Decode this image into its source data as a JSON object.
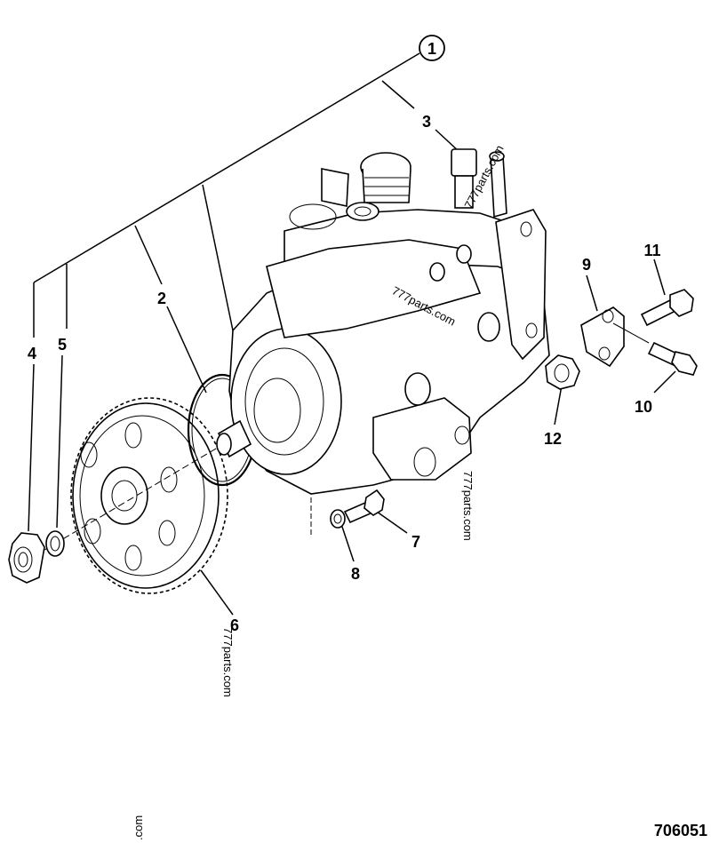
{
  "callouts": [
    {
      "id": "c1",
      "text": "1"
    },
    {
      "id": "c2",
      "text": "2"
    },
    {
      "id": "c3",
      "text": "3"
    },
    {
      "id": "c4",
      "text": "4"
    },
    {
      "id": "c5",
      "text": "5"
    },
    {
      "id": "c6",
      "text": "6"
    },
    {
      "id": "c7",
      "text": "7"
    },
    {
      "id": "c8",
      "text": "8"
    },
    {
      "id": "c9",
      "text": "9"
    },
    {
      "id": "c10",
      "text": "10"
    },
    {
      "id": "c11",
      "text": "11"
    },
    {
      "id": "c12",
      "text": "12"
    }
  ],
  "watermarks": [
    "777parts.com",
    "777parts.com",
    "777parts.com",
    "777parts.com",
    ".com"
  ],
  "figure_number": "706051"
}
